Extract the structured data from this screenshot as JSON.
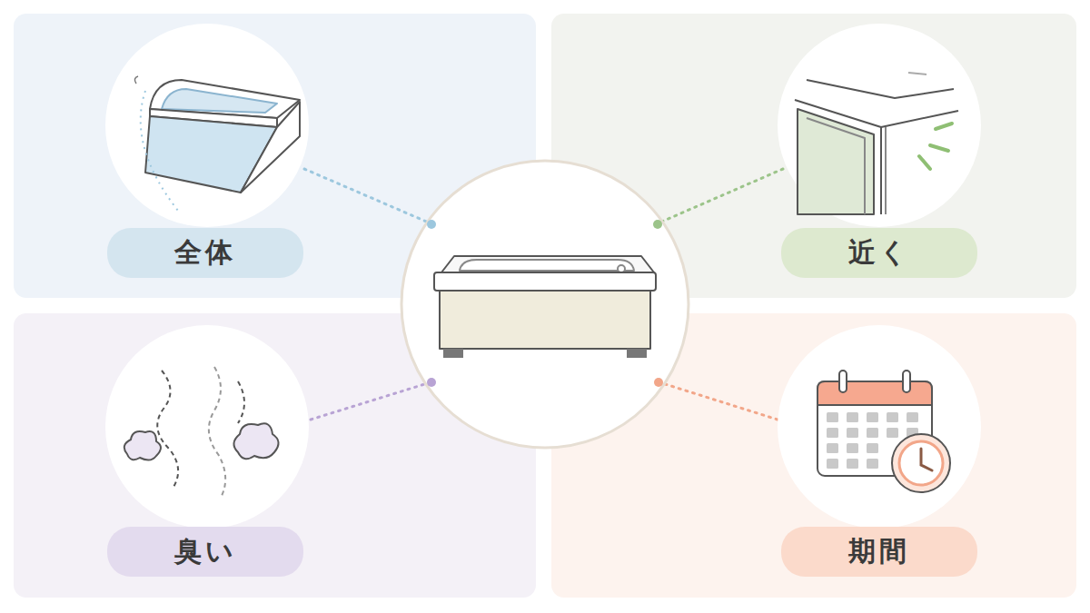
{
  "diagram": {
    "nodes": [
      {
        "text": [
          "全体"
        ]
      },
      {
        "text": [
          "近く"
        ]
      },
      {
        "text": [
          "臭い"
        ]
      },
      {
        "text": [
          "期間"
        ]
      }
    ]
  }
}
